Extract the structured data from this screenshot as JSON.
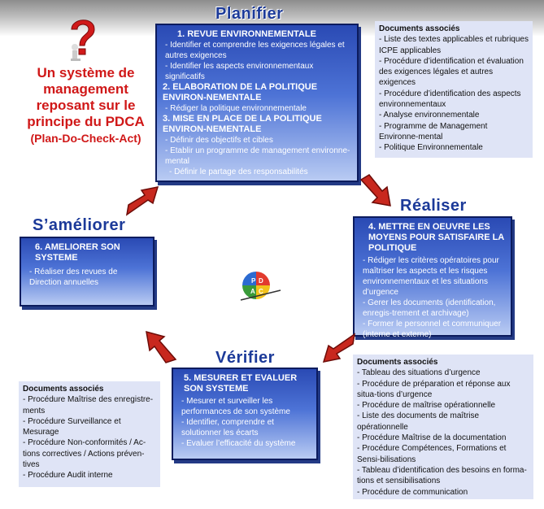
{
  "headline": {
    "lines": [
      "Un système de",
      "management",
      "reposant sur le",
      "principe du PDCA"
    ],
    "sub": "(Plan-Do-Check-Act)"
  },
  "pdca_icon": {
    "letters": [
      "P",
      "D",
      "C",
      "A"
    ]
  },
  "phases": {
    "plan": "Planifier",
    "do": "Réaliser",
    "check": "Vérifier",
    "act": "S’améliorer"
  },
  "plan_box": {
    "h1": "1. REVUE ENVIRONNEMENTALE",
    "i1": "- Identifier et comprendre les exigences légales et autres exigences",
    "i2": "- Identifier les aspects environnementaux significatifs",
    "h2": "2. ELABORATION DE LA POLITIQUE ENVIRON-NEMENTALE",
    "i3": "- Rédiger la politique environnementale",
    "h3": "3. MISE EN PLACE DE LA POLITIQUE ENVIRON-NEMENTALE",
    "i4": "- Définir des objectifs et cibles",
    "i5": "- Etablir un programme de management environne-mental",
    "i6": "- Définir le partage des responsabilités"
  },
  "plan_docs": {
    "title": "Documents associés",
    "items": [
      "- Liste des textes applicables et rubriques ICPE applicables",
      "- Procédure d’identification et évaluation des exigences légales et autres exigences",
      "- Procédure d’identification des aspects environnementaux",
      "- Analyse environnementale",
      "- Programme de Management Environne-mental",
      "- Politique Environnementale"
    ]
  },
  "do_box": {
    "h": "4. METTRE EN OEUVRE LES MOYENS POUR SATISFAIRE LA POLITIQUE",
    "i1": "- Rédiger les critères opératoires pour maîtriser les aspects et les risques environnementaux et les situations d’urgence",
    "i2": "- Gerer les documents (identification, enregis-trement et archivage)",
    "i3": "- Former le personnel et communiquer (interne et externe)"
  },
  "do_docs": {
    "title": "Documents associés",
    "items": [
      "- Tableau des situations d’urgence",
      "- Procédure de préparation et réponse aux situa-tions d’urgence",
      "- Procédure de maîtrise opérationnelle",
      "- Liste des documents de maîtrise opérationnelle",
      "- Procédure Maîtrise de la documentation",
      "- Procédure Compétences, Formations et Sensi-bilisations",
      "- Tableau d’identification des besoins en forma-tions et sensibilisations",
      "- Procédure de communication"
    ]
  },
  "check_box": {
    "h": "5. MESURER ET EVALUER SON SYSTEME",
    "i1": "- Mesurer et surveiller les performances de son système",
    "i2": "- Identifier, comprendre et solutionner les écarts",
    "i3": "- Evaluer l’efficacité du système"
  },
  "check_docs": {
    "title": "Documents associés",
    "items": [
      "- Procédure Maîtrise des enregistre-ments",
      "- Procédure Surveillance et Mesurage",
      "- Procédure Non-conformités / Ac-tions correctives / Actions préven-tives",
      "- Procédure Audit interne"
    ]
  },
  "act_box": {
    "h": "6. AMELIORER SON SYSTEME",
    "i1": "- Réaliser des revues de Direction annuelles"
  }
}
